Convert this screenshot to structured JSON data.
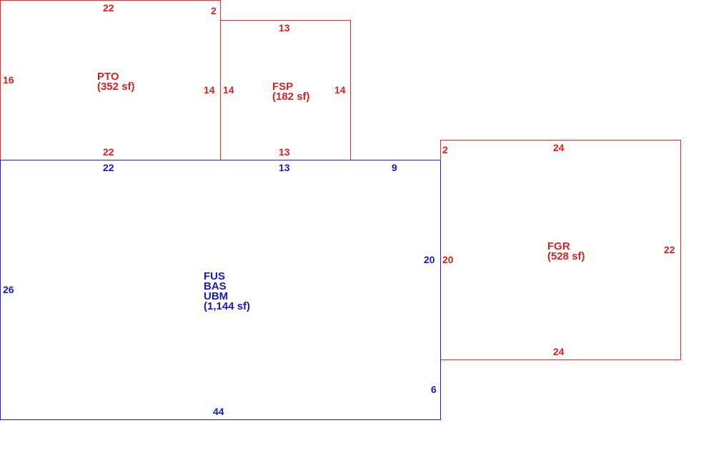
{
  "colors": {
    "outbuilding": "#e02020",
    "main": "#1818c8"
  },
  "areas": {
    "pto": {
      "code": "PTO",
      "area": "(352 sf)",
      "dims": {
        "top": "22",
        "top_right": "2",
        "left": "16",
        "right": "14",
        "bottom": "22"
      }
    },
    "fsp": {
      "code": "FSP",
      "area": "(182 sf)",
      "dims": {
        "top": "13",
        "left": "14",
        "right": "14",
        "bottom": "13"
      }
    },
    "fgr": {
      "code": "FGR",
      "area": "(528 sf)",
      "dims": {
        "top": "24",
        "top_left": "2",
        "left": "20",
        "right": "22",
        "bottom": "24"
      }
    },
    "main": {
      "codes": [
        "FUS",
        "BAS",
        "UBM"
      ],
      "area": "(1,144 sf)",
      "dims": {
        "top_a": "22",
        "top_b": "13",
        "top_c": "9",
        "left": "26",
        "right_upper": "20",
        "right_lower": "6",
        "bottom": "44"
      }
    }
  }
}
